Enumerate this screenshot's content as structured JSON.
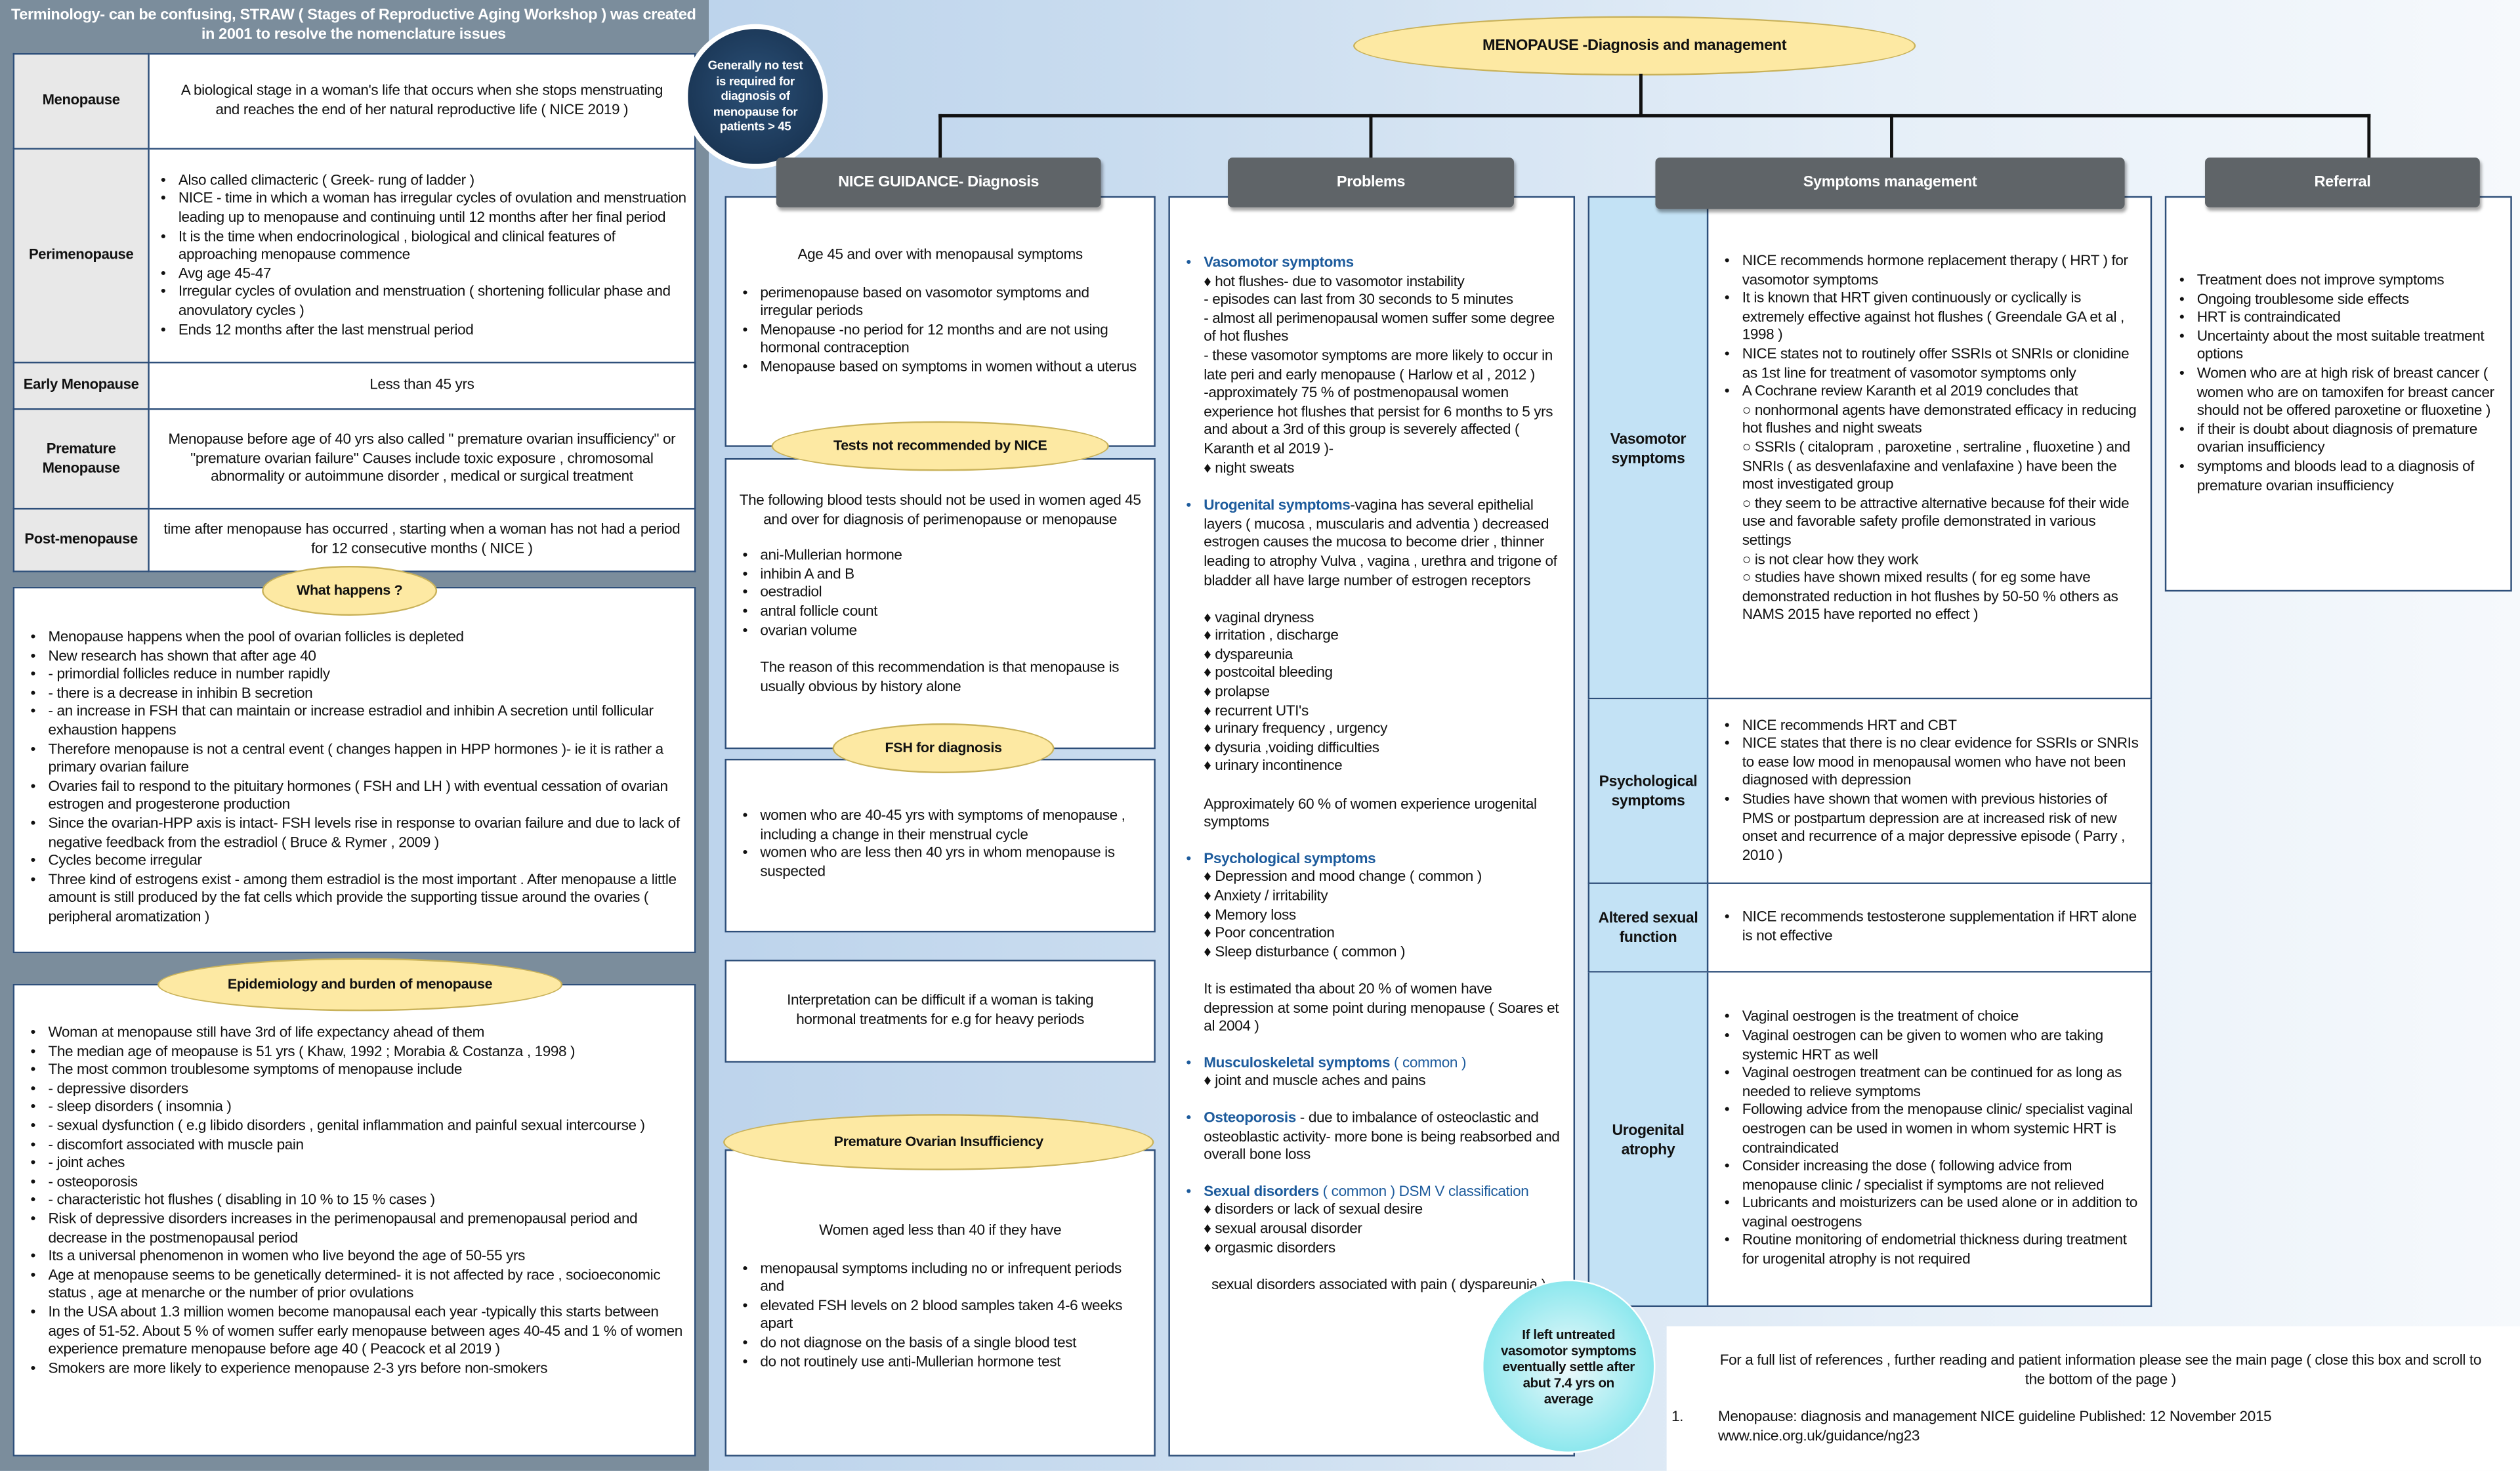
{
  "left": {
    "title": "Terminology- can be confusing, STRAW ( Stages of Reproductive Aging Workshop ) was created in 2001 to resolve the nomenclature issues",
    "terms": [
      {
        "label": "Menopause",
        "text": "A biological stage in a woman's life that occurs when she stops menstruating and reaches the end of her natural reproductive life ( NICE 2019 )"
      },
      {
        "label": "Perimenopause",
        "items": [
          "Also called climacteric ( Greek- rung of ladder )",
          "NICE - time in which a woman has irregular cycles of ovulation and menstruation leading up to menopause and continuing until 12 months after her final period",
          "It is the time when  endocrinological , biological and clinical features of approaching menopause commence",
          "Avg age 45-47",
          "Irregular cycles of ovulation and menstruation ( shortening follicular phase and anovulatory cycles )",
          "Ends 12 months after the last menstrual period"
        ]
      },
      {
        "label": "Early Menopause",
        "text": "Less than 45 yrs"
      },
      {
        "label": "Premature Menopause",
        "text": "Menopause before age of 40 yrs also called \" premature ovarian insufficiency\" or \"premature ovarian failure\" Causes include toxic exposure , chromosomal abnormality or autoimmune disorder , medical or surgical treatment"
      },
      {
        "label": "Post-menopause",
        "text": "time after menopause has occurred , starting when a woman has not had a period for 12 consecutive months ( NICE )"
      }
    ],
    "what_happens": {
      "title": "What happens ?",
      "items": [
        "Menopause happens when the pool of ovarian follicles is depleted",
        "New research has shown that after age 40",
        "- primordial follicles reduce in number rapidly",
        "- there is a decrease in inhibin B secretion",
        "- an increase in FSH that can maintain or increase estradiol and inhibin A secretion until follicular exhaustion happens",
        "Therefore menopause is not a central event ( changes happen in HPP hormones )- ie it is rather a primary ovarian failure",
        "Ovaries fail to respond to the pituitary hormones ( FSH and LH ) with eventual cessation of ovarian estrogen and progesterone production",
        "Since the ovarian-HPP axis is intact- FSH levels rise in response to ovarian failure and due to lack of negative feedback from the estradiol ( Bruce & Rymer , 2009 )",
        "Cycles become irregular",
        "Three kind of estrogens exist - among them estradiol is the most important . After menopause a little amount is still produced by the fat cells which provide the supporting tissue around the ovaries ( peripheral aromatization )"
      ]
    },
    "epidemiology": {
      "title": "Epidemiology and burden of menopause",
      "items": [
        "Woman  at menopause still have 3rd of life expectancy ahead of them",
        "The median age of meopause is 51 yrs ( Khaw, 1992 ; Morabia & Costanza , 1998 )",
        "The most common troublesome symptoms of menopause include",
        "- depressive disorders",
        "- sleep disorders ( insomnia )",
        "- sexual dysfunction ( e.g libido disorders , genital inflammation and painful sexual intercourse )",
        "- discomfort associated with muscle pain",
        "- joint aches",
        "- osteoporosis",
        "- characteristic hot flushes ( disabling in 10 % to 15 % cases )",
        "Risk of depressive disorders increases in the  perimenopausal and premenopausal period and decrease in the postmenopausal period",
        "Its a universal phenomenon in women who live beyond the age of 50-55 yrs",
        "Age at menopause seems to be genetically determined- it is not affected by race , socioeconomic status , age at menarche or the number of prior ovulations",
        "In the USA about 1.3 million women become manopausal each year -typically this starts between ages of 51-52. About 5 % of women suffer early menopause between ages 40-45 and 1 % of women experience premature menopause before age 40 ( Peacock et al 2019 )",
        "Smokers are more likely to experience menopause 2-3 yrs before non-smokers"
      ]
    }
  },
  "navy_circle": "Generally no test is required for diagnosis of menopause for patients > 45",
  "main_title": "MENOPAUSE -Diagnosis and management",
  "nice": {
    "header": "NICE GUIDANCE- Diagnosis",
    "intro": "Age 45 and over with menopausal symptoms",
    "items": [
      "perimenopause based on vasomotor symptoms and irregular periods",
      "Menopause -no period for 12 months and are not using hormonal contraception",
      "Menopause based on symptoms in women without a uterus"
    ],
    "tests_title": "Tests not recommended by NICE",
    "tests_intro": "The following blood tests should not be used in women aged 45 and over for diagnosis of perimenopause or menopause",
    "tests": [
      "ani-Mullerian hormone",
      "inhibin A and B",
      "oestradiol",
      "antral follicle count",
      "ovarian volume"
    ],
    "tests_reason": "The reason of this recommendation is that menopause is usually obvious by history alone",
    "fsh_title": "FSH for diagnosis",
    "fsh": [
      "women who are 40-45 yrs with symptoms of menopause , including a change in their menstrual cycle",
      "women who are less then 40 yrs in whom menopause is suspected"
    ],
    "interpretation": "Interpretation can be difficult if a woman is taking hormonal treatments for e.g for heavy periods",
    "poi_title": "Premature Ovarian Insufficiency",
    "poi_intro": "Women aged less than 40 if they have",
    "poi": [
      "menopausal symptoms including no or infrequent periods and",
      "elevated FSH levels on 2 blood samples taken 4-6 weeks apart",
      "do not diagnose on the basis of a single blood test",
      "do not routinely use anti-Mullerian hormone test"
    ]
  },
  "problems": {
    "header": "Problems",
    "sections": [
      {
        "heading": "Vasomotor symptoms",
        "lines": [
          "♦ hot flushes- due to vasomotor instability",
          "- episodes can last from 30 seconds to 5 minutes",
          "- almost all perimenopausal women suffer some degree of hot flushes",
          "- these vasomotor symptoms are more likely to occur in late peri and early menopause ( Harlow et al , 2012 )",
          "-approximately 75 % of postmenopausal women experience hot flushes that persist for 6 months to 5 yrs and about a 3rd of this group is severely affected ( Karanth et al 2019 )-",
          "♦ night sweats"
        ]
      },
      {
        "heading": "Urogenital symptoms",
        "inline": "-vagina has several epithelial layers ( mucosa , muscularis and adventia ) decreased estrogen causes the mucosa to become drier , thinner leading to atrophy Vulva , vagina , urethra and trigone of bladder all have large number of estrogen receptors",
        "lines": [
          "",
          "♦ vaginal dryness",
          "♦ irritation , discharge",
          "♦ dyspareunia",
          "♦ postcoital bleeding",
          "♦ prolapse",
          "♦ recurrent UTI's",
          "♦ urinary frequency , urgency",
          "♦ dysuria ,voiding difficulties",
          "♦ urinary incontinence",
          "",
          "Approximately 60 % of women experience urogenital symptoms"
        ]
      },
      {
        "heading": "Psychological symptoms",
        "lines": [
          "♦ Depression and mood change (  common )",
          "♦ Anxiety / irritability",
          "♦ Memory loss",
          "♦ Poor concentration",
          "♦ Sleep disturbance ( common )",
          "",
          "It is estimated tha about 20 % of women have depression at some point during menopause ( Soares et al 2004 )"
        ]
      },
      {
        "heading": "Musculoskeletal symptoms",
        "suffix": " ( common )",
        "lines": [
          "♦ joint and muscle aches and pains"
        ]
      },
      {
        "heading": "Osteoporosis",
        "inline": " - due to imbalance of osteoclastic and osteoblastic activity- more bone is being reabsorbed and overall bone loss"
      },
      {
        "heading": "Sexual disorders",
        "suffix": " ( common ) DSM V classification",
        "lines": [
          "♦ disorders or lack of sexual desire",
          "♦ sexual arousal disorder",
          "♦ orgasmic disorders",
          "",
          "  sexual disorders associated with pain ( dyspareunia )"
        ]
      }
    ]
  },
  "symptoms_management": {
    "header": "Symptoms management",
    "rows": [
      {
        "label": "Vasomotor symptoms",
        "items": [
          "NICE recommends hormone replacement therapy ( HRT ) for vasomotor symptoms",
          "It is known that HRT given continuously or cyclically is extremely effective against hot flushes ( Greendale GA et al , 1998 )",
          "NICE states not to routinely offer SSRIs ot SNRIs or clonidine as 1st line for treatment of vasomotor symptoms only",
          "A Cochrane review  Karanth et al 2019 concludes that",
          "○ nonhormonal agents have demonstrated efficacy in reducing hot flushes and night sweats",
          "○ SSRIs ( citalopram , paroxetine , sertraline , fluoxetine ) and SNRIs ( as desvenlafaxine and venlafaxine ) have been the most investigated group",
          "○ they seem to be attractive alternative because fof their wide use and favorable safety profile demonstrated in various settings",
          "○ is not clear how they work",
          "○ studies have shown mixed results ( for eg some have demonstrated reduction in hot flushes by 50-50 % others as NAMS 2015 have reported no effect )"
        ]
      },
      {
        "label": "Psychological symptoms",
        "items": [
          "NICE recommends HRT and CBT",
          "NICE states that there is no clear evidence for SSRIs or SNRIs to ease low mood in menopausal women who have not been diagnosed with depression",
          "Studies have shown that women with previous histories of PMS or postpartum depression are at increased risk of new onset and recurrence of a major depressive episode ( Parry , 2010 )"
        ]
      },
      {
        "label": "Altered sexual function",
        "items": [
          "NICE recommends testosterone supplementation if HRT alone is not effective"
        ]
      },
      {
        "label": "Urogenital atrophy",
        "items": [
          "Vaginal oestrogen is the treatment of choice",
          "Vaginal oestrogen can be given to women who are taking systemic HRT as well",
          "Vaginal oestrogen treatment can be continued for as long as needed to relieve symptoms",
          "Following advice from the menopause clinic/ specialist vaginal oestrogen can be  used in women in whom systemic HRT is contraindicated",
          "Consider increasing the dose ( following advice from menopause clinic / specialist if symptoms are not relieved",
          "Lubricants and moisturizers can be used alone or in addition to vaginal oestrogens",
          "Routine monitoring of endometrial thickness during treatment for urogenital atrophy is not required"
        ]
      }
    ]
  },
  "referral": {
    "header": "Referral",
    "items": [
      "Treatment does not improve symptoms",
      "Ongoing troublesome side effects",
      "HRT is contraindicated",
      "Uncertainty about the most suitable treatment options",
      "Women who are at high risk of breast cancer ( women who are on tamoxifen for breast cancer should not be offered paroxetine or fluoxetine )",
      "if their is doubt about diagnosis of premature ovarian insufficiency",
      "symptoms and bloods lead to a diagnosis of premature ovarian insufficiency"
    ]
  },
  "cyan_circle": "If left untreated vasomotor symptoms eventually settle after abut 7.4 yrs on average",
  "references": {
    "note": "For a full list of references , further reading and patient information please see the main page ( close this box and scroll to the bottom of the page )",
    "num": "1.",
    "ref": "Menopause: diagnosis and management NICE guideline Published: 12 November 2015",
    "url": "www.nice.org.uk/guidance/ng23"
  },
  "colors": {
    "left_panel": "#7b8d9c",
    "header": "#5f6468",
    "ellipse": "#fde9a3",
    "heading_blue": "#1d5b9c",
    "navy_circle": "#1d3a5c",
    "cyan_circle": "#8ee8ee",
    "label_blue": "#c3e2f5"
  }
}
